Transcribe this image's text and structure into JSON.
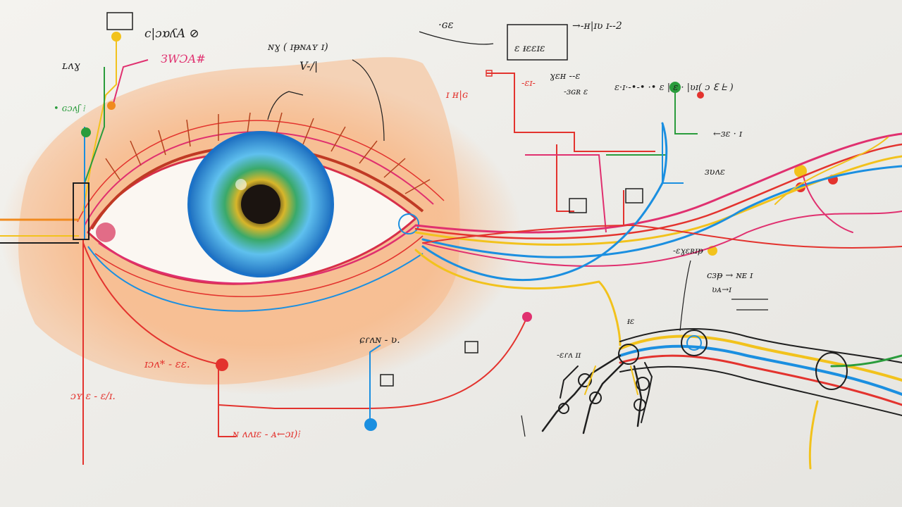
{
  "colors": {
    "paper": "#f2f1ed",
    "wash": "#f7b98a",
    "iris_outer": "#1e88d8",
    "iris_mid": "#5fc0ee",
    "iris_inner": "#d8b62a",
    "pupil": "#1b1410",
    "red": "#e3332e",
    "pink": "#e0306f",
    "yellow": "#f2c21c",
    "blue": "#1b8fe0",
    "green": "#2a9c3c",
    "orange": "#f08a1e",
    "ink": "#1f1f1f"
  },
  "notes": {
    "top_left_label": "c|ɔɒʎA ⊘",
    "red_label": "ЗWƆA#",
    "left_label": "ʟʌɣ",
    "green_label": "• ɢɔʌʃ ⁞",
    "mid_top_label": "ɴɣ ( ɪᵽɴᴀʏ ɪ)",
    "mid_top_sub": "V-/|",
    "top_center_label": "·ɢɛ",
    "box_label": "ɛ ᵻɛɛɪɛ",
    "top_right_label": "→-ʜ|ɪʋ ɪ--2",
    "red_note_1": "ɪ ʜ|ɢ",
    "red_note_2": "-ɛɪ-",
    "red_note_3": "ɣɛʜ --ɛ",
    "red_note_4": "-ɜɢʀ ɛ",
    "far_right_1": "ɛ·ɪ·-•-• ·• ɛ | ɛ · |ʋɪ( ɔ ℇ ᖶ )",
    "far_right_2": "←ɜɛ · ɪ",
    "far_right_3": "ɜʋʌɛ",
    "right_mid_1": "-ɛɣɛʀɪᵽ",
    "right_mid_2": "ᴄɜᵽ → ɴᴇ   ɪ",
    "right_mid_3": "ʋᴀ→ɪ",
    "bottom_left_1": "ɪɔʌ* - ɛɛ.",
    "bottom_left_2": "ɔʏ ɛ - ɛ/ɪ.",
    "bottom_mid_1": "ɕɾʌɴ - ʋ.",
    "bottom_mid_2": "ɴ ʌʌɪɛ - ᴀ←ɔɪ)⁞",
    "hand_label_1": "-ɛɾʌ ɪɪ",
    "hand_label_2": "ᵻɛ"
  }
}
